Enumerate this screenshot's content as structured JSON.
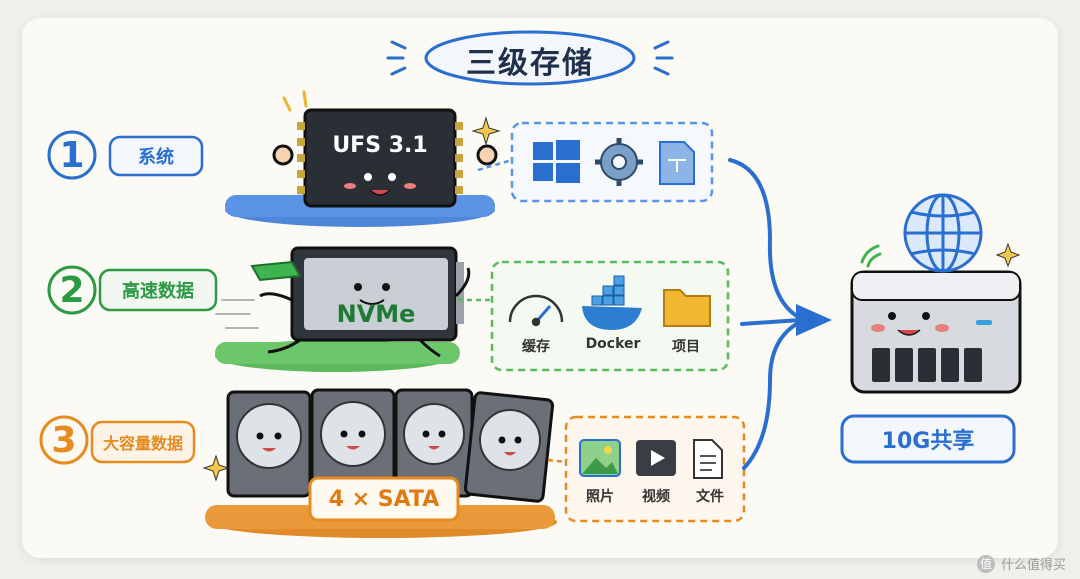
{
  "title": "三级存储",
  "tiers": [
    {
      "number": "1",
      "label": "系统",
      "device": "UFS 3.1",
      "color": "#2a6fd0"
    },
    {
      "number": "2",
      "label": "高速数据",
      "device": "NVMe",
      "color": "#2c9a43",
      "items": [
        "缓存",
        "Docker",
        "项目"
      ]
    },
    {
      "number": "3",
      "label": "大容量数据",
      "device": "4 × SATA",
      "color": "#e78a22",
      "items": [
        "照片",
        "视频",
        "文件"
      ]
    }
  ],
  "target": {
    "label": "10G共享",
    "color": "#2a6fd0"
  },
  "icons": {
    "tier1": [
      "windows-icon",
      "gear-icon",
      "document-icon"
    ],
    "tier2": [
      "gauge-icon",
      "docker-icon",
      "folder-icon"
    ],
    "tier3": [
      "image-icon",
      "video-icon",
      "file-icon"
    ]
  },
  "watermark": "什么值得买"
}
